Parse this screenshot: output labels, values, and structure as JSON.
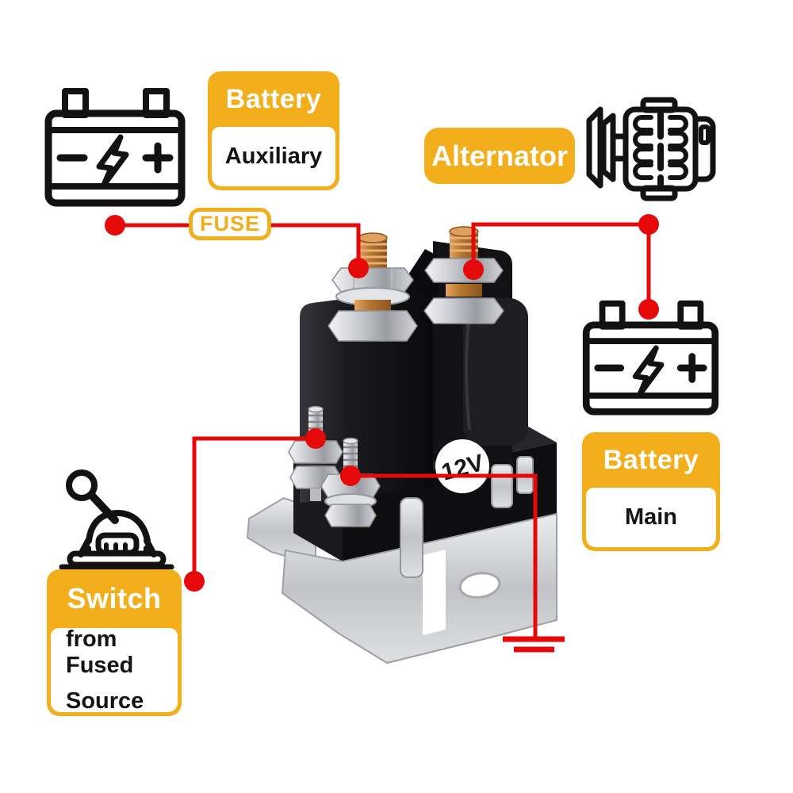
{
  "colors": {
    "accent_yellow": "#F3AE1B",
    "wire_red": "#E60909",
    "card_title_text": "#FFFFFF",
    "card_body_text": "#141414",
    "icon_line": "#121212",
    "relay_body": "#17171B",
    "relay_copper": "#B9772F",
    "relay_steel": "#C2C3C8"
  },
  "cards": {
    "battery_auxiliary": {
      "title": "Battery",
      "subtitle": "Auxiliary"
    },
    "battery_main": {
      "title": "Battery",
      "subtitle": "Main"
    },
    "switch": {
      "title": "Switch",
      "subtitle_line1": "from Fused",
      "subtitle_line2": "Source"
    }
  },
  "labels": {
    "alternator": "Alternator",
    "fuse": "FUSE",
    "relay_voltage": "12V"
  },
  "icons": {
    "battery_auxiliary": "battery-icon",
    "battery_main": "battery-icon",
    "alternator": "alternator-icon",
    "switch": "toggle-switch-icon",
    "relay": "12v-relay-photo",
    "ground": "ground-symbol-icon"
  }
}
